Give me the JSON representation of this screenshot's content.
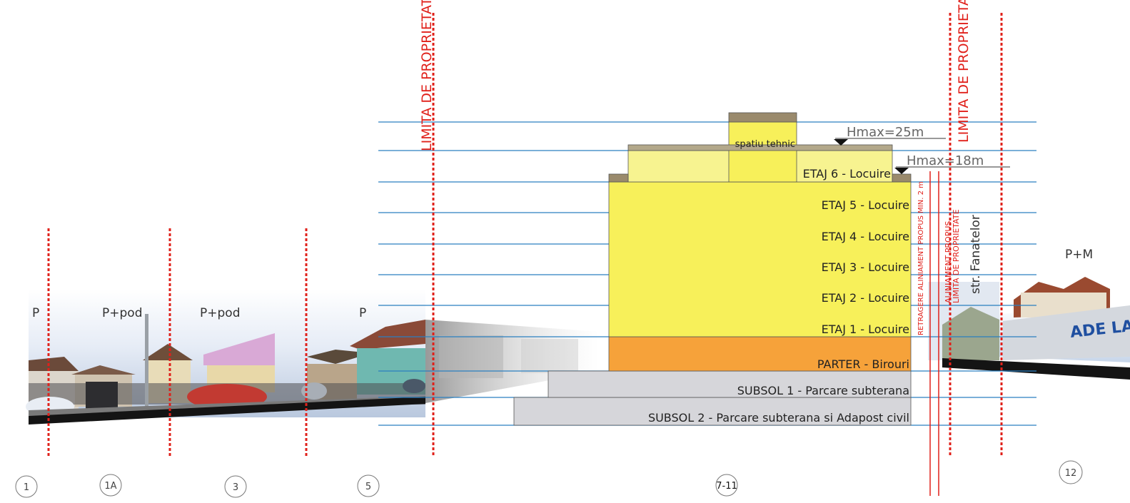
{
  "colors": {
    "guide_blue": "#2a7fc0",
    "limit_red": "#e0201a",
    "floor_yellow": "#f7f05a",
    "floor_light_yellow": "#f7f390",
    "floor_orange": "#f6a23a",
    "basement_gray": "#d6d6da",
    "roof_brown": "#9a8a6c",
    "ground_black": "#141414"
  },
  "houses": [
    {
      "label": "P"
    },
    {
      "label": "P+pod"
    },
    {
      "label": "P+pod"
    },
    {
      "label": "P"
    },
    {
      "label": "P+M"
    }
  ],
  "lot_numbers": [
    "1",
    "1A",
    "3",
    "5",
    "7-11",
    "12"
  ],
  "limits": {
    "left": "LIMITA DE PROPRIETATE",
    "right": "LIMITA DE PROPRIETATE",
    "retragere": "RETRAGERE ALINIAMENT PROPUS MIN. 2 m",
    "aliniament": "ALINIAMENT PROPUS",
    "limita_small": "LIMITA DE PROPRIETATE"
  },
  "street": "str. Fanatelor",
  "heights": {
    "hmax25": "Hmax=25m",
    "hmax18": "Hmax=18m"
  },
  "floors": {
    "spatiu_tehnic": "spatiu tehnic",
    "etaj6": "ETAJ 6 - Locuire",
    "etaj5": "ETAJ 5 - Locuire",
    "etaj4": "ETAJ 4 - Locuire",
    "etaj3": "ETAJ 3 - Locuire",
    "etaj2": "ETAJ 2 - Locuire",
    "etaj1": "ETAJ 1 - Locuire",
    "parter": "PARTER - Birouri",
    "subsol1": "SUBSOL 1 - Parcare subterana",
    "subsol2": "SUBSOL 2 - Parcare subterana si Adapost civil"
  }
}
